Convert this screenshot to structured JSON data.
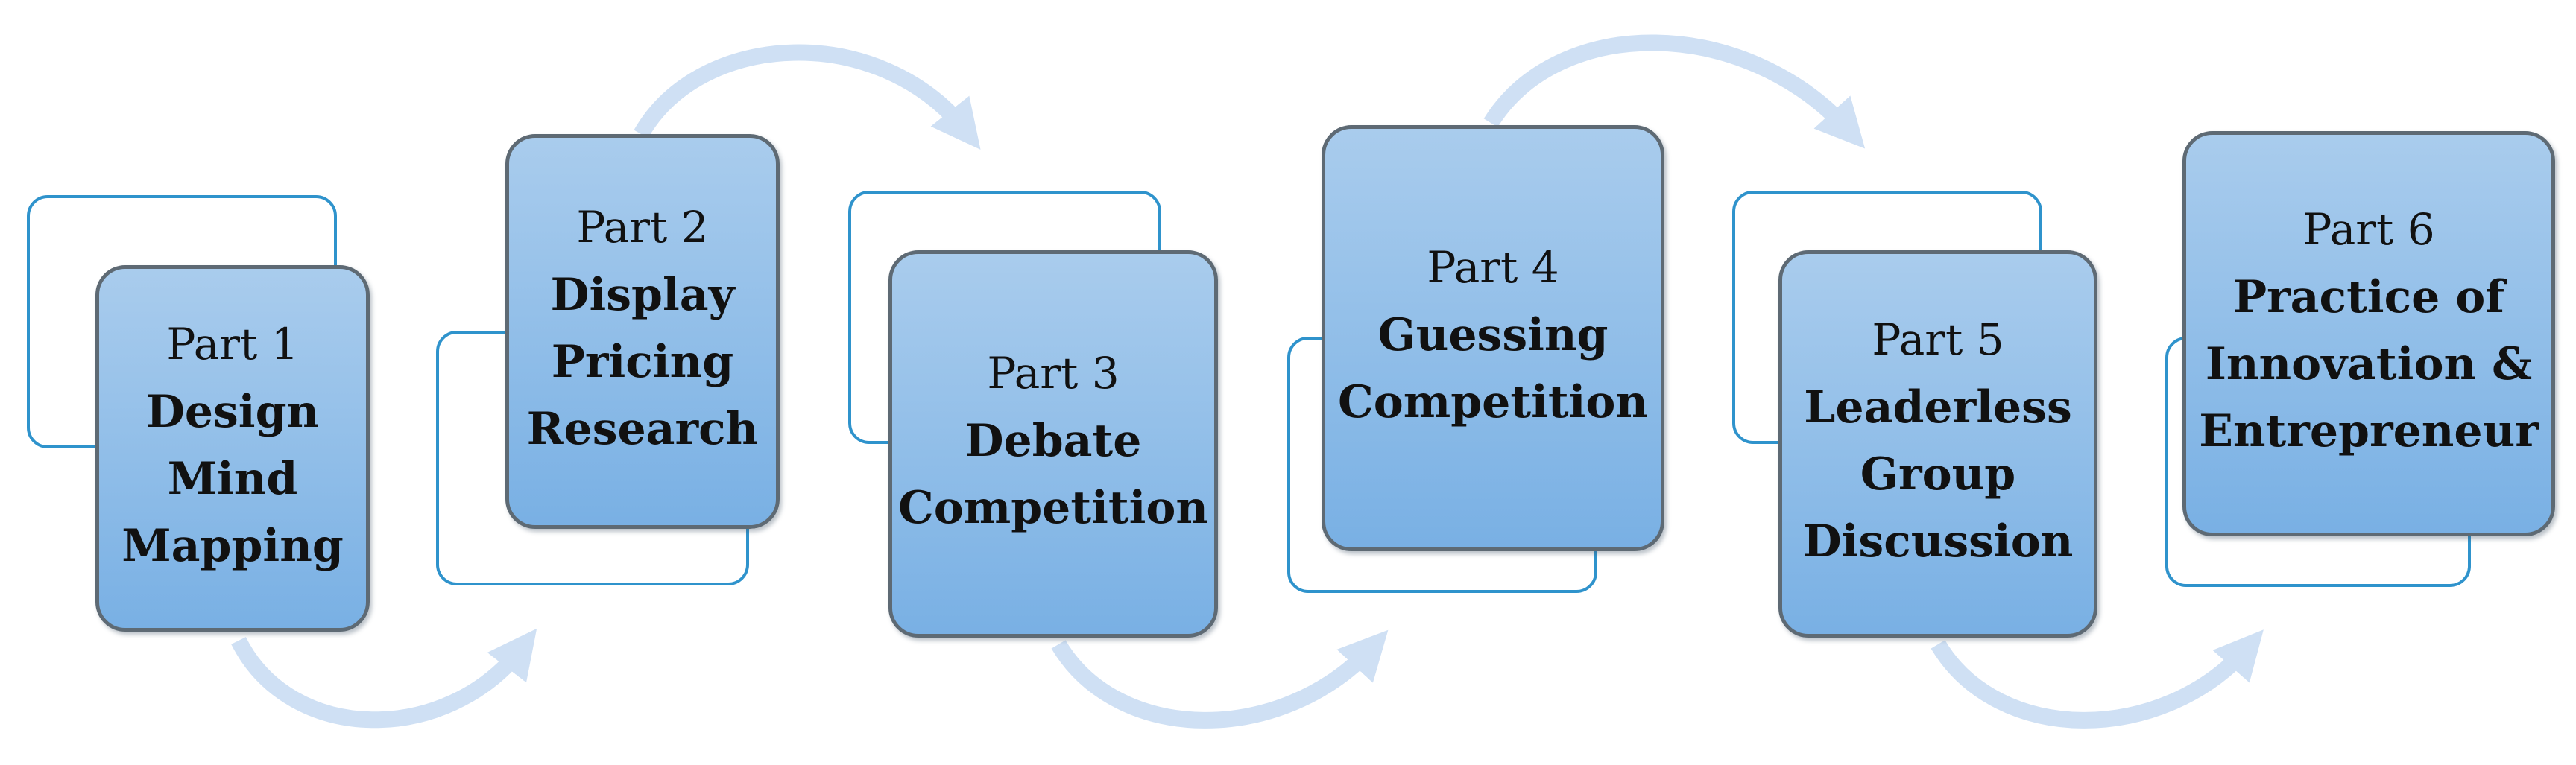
{
  "parts": [
    {
      "label": "Part 1",
      "title_lines": [
        "Design",
        "Mind",
        "Mapping"
      ]
    },
    {
      "label": "Part 2",
      "title_lines": [
        "Display",
        "Pricing",
        "Research"
      ]
    },
    {
      "label": "Part 3",
      "title_lines": [
        "Debate",
        "Competition"
      ]
    },
    {
      "label": "Part 4",
      "title_lines": [
        "Guessing",
        "Competition"
      ]
    },
    {
      "label": "Part 5",
      "title_lines": [
        "Leaderless",
        "Group",
        "Discussion"
      ]
    },
    {
      "label": "Part 6",
      "title_lines": [
        "Practice of",
        "Innovation &",
        "Entrepreneur"
      ]
    }
  ],
  "colors": {
    "card_top": "#a9cced",
    "card_bottom": "#79b0e4",
    "card_border": "#5e6a74",
    "outline": "#2f93cc",
    "arrow": "#cfe0f4"
  }
}
